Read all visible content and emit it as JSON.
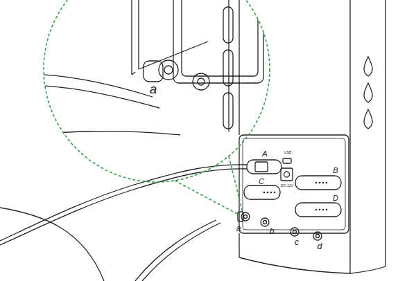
{
  "diagram": {
    "labels": [
      "a",
      "A",
      "USB",
      "DC-12V",
      "B",
      "C",
      "D",
      "a",
      "b",
      "c",
      "d"
    ]
  }
}
